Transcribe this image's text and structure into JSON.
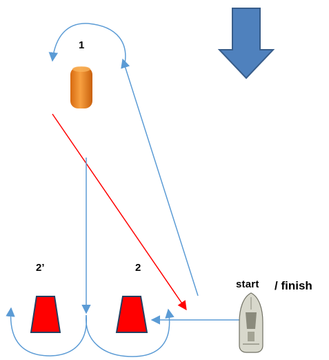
{
  "labels": {
    "mark_1": "1",
    "gate_2_prime": "2’",
    "gate_2": "2",
    "start": "start",
    "finish": "/ finish"
  },
  "colors": {
    "course_line": "#5b9bd5",
    "red_leg": "#ff0000",
    "gate_fill": "#ff0000",
    "gate_stroke": "#243f60",
    "wind_arrow_fill": "#4f81bd",
    "wind_arrow_stroke": "#385d8a",
    "buoy": "#f28a1e",
    "committee_boat": "#b8b8a8"
  },
  "icons": {
    "wind_arrow": "down-arrow-icon",
    "mark_1": "orange-buoy-icon",
    "gates": "red-trapezoid-buoy-icon",
    "committee_boat": "motorboat-icon"
  }
}
